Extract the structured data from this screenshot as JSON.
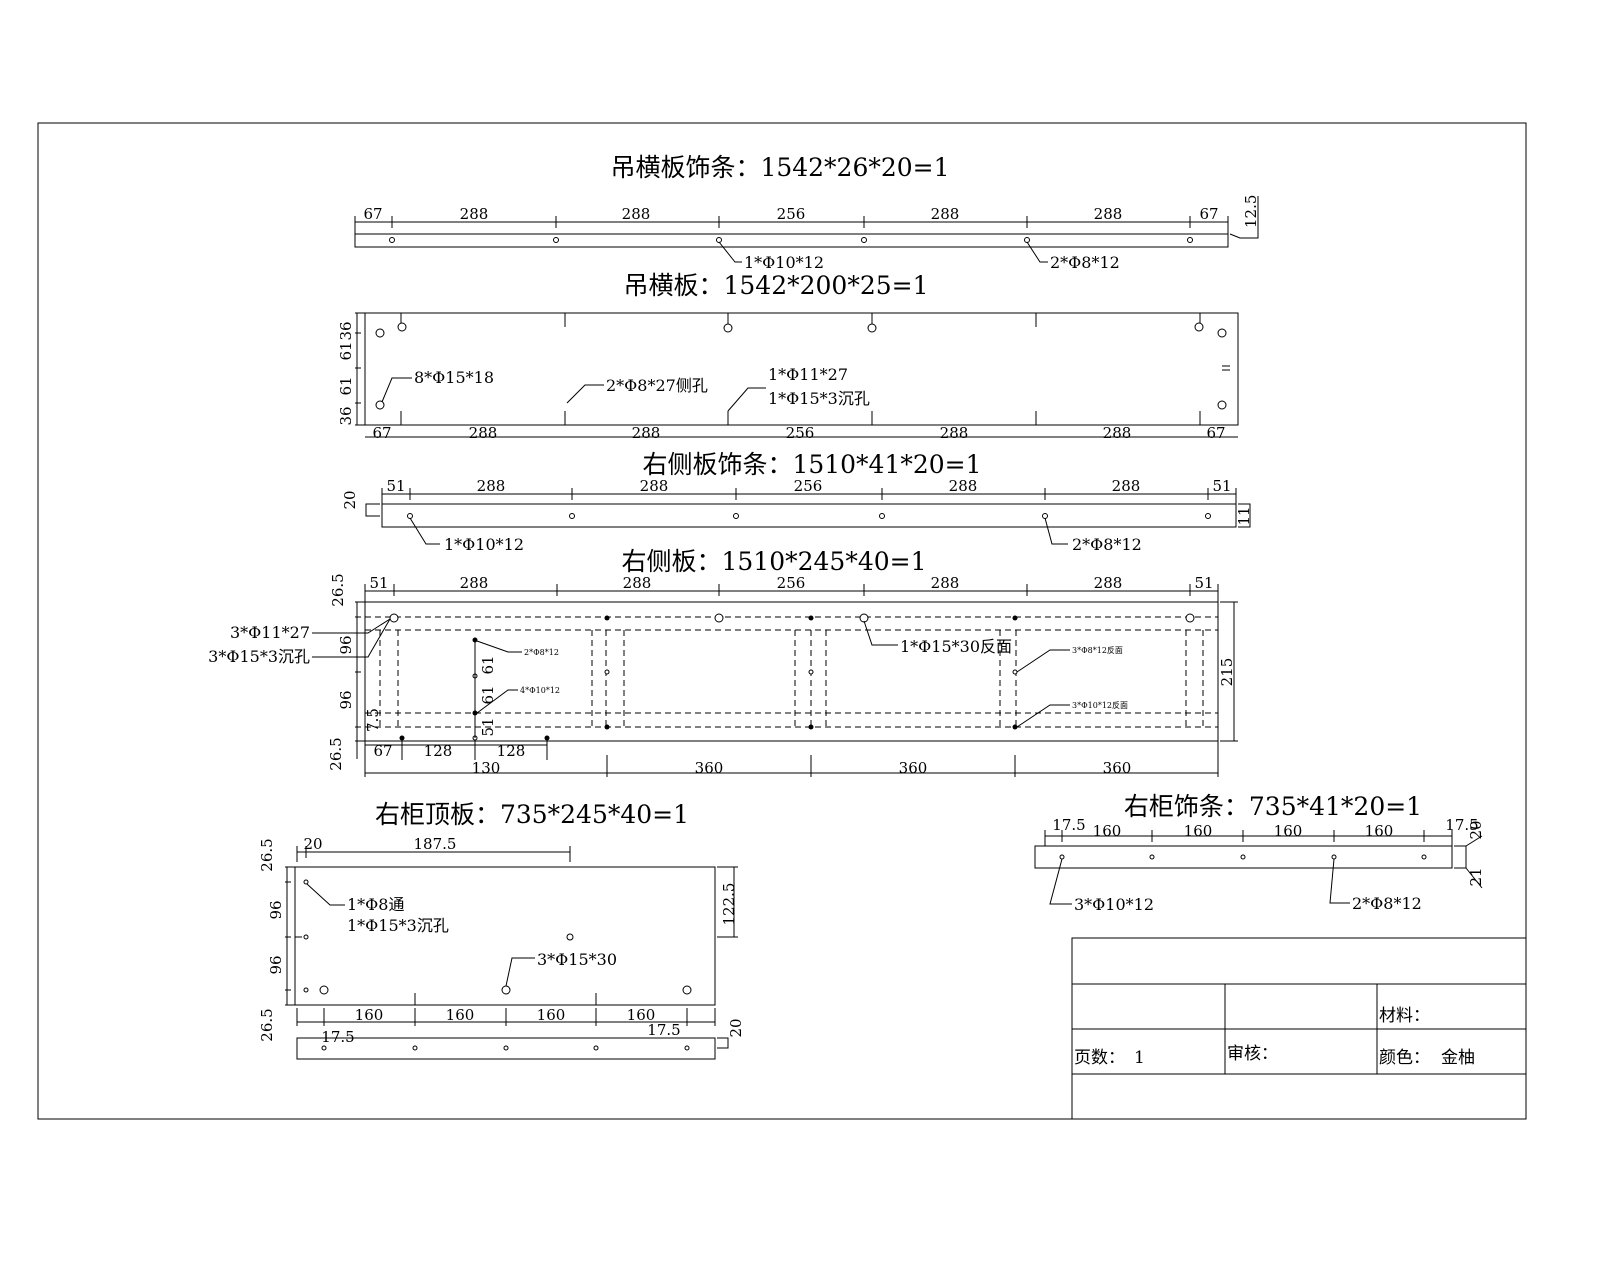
{
  "parts": {
    "p1": {
      "title": "吊横板饰条：1542*26*20=1",
      "dims": [
        "67",
        "288",
        "288",
        "256",
        "288",
        "288",
        "67"
      ],
      "side": "12.5",
      "note_a": "1*Φ10*12",
      "note_b": "2*Φ8*12"
    },
    "p2": {
      "title": "吊横板：1542*200*25=1",
      "dims": [
        "67",
        "288",
        "288",
        "256",
        "288",
        "288",
        "67"
      ],
      "vdims": [
        "36",
        "61",
        "61",
        "36"
      ],
      "note_a": "8*Φ15*18",
      "note_b": "2*Φ8*27侧孔",
      "note_c": "1*Φ11*27",
      "note_d": "1*Φ15*3沉孔"
    },
    "p3": {
      "title": "右侧板饰条：1510*41*20=1",
      "dims": [
        "51",
        "288",
        "288",
        "256",
        "288",
        "288",
        "51"
      ],
      "side_left": "20",
      "side_right": "11",
      "note_a": "1*Φ10*12",
      "note_b": "2*Φ8*12"
    },
    "p4": {
      "title": "右侧板：1510*245*40=1",
      "dims": [
        "51",
        "288",
        "288",
        "256",
        "288",
        "288",
        "51"
      ],
      "vdims": [
        "26.5",
        "96",
        "96",
        "7.5",
        "26.5"
      ],
      "right_dim": "215",
      "inner_v": [
        "61",
        "61",
        "51"
      ],
      "bottom_small": [
        "67",
        "128",
        "128"
      ],
      "bottom_130": "130",
      "bottom_360": [
        "360",
        "360",
        "360"
      ],
      "note_a": "3*Φ11*27",
      "note_b": "3*Φ15*3沉孔",
      "note_c": "1*Φ15*30反面",
      "sm_a": "2*Φ8*12",
      "sm_b": "4*Φ10*12",
      "sm_c": "3*Φ8*12反面",
      "sm_d": "3*Φ10*12反面"
    },
    "p5": {
      "title": "右柜顶板：735*245*40=1",
      "top_dims": [
        "20",
        "187.5"
      ],
      "vdims": [
        "26.5",
        "96",
        "96",
        "26.5"
      ],
      "right_dim": "122.5",
      "bottom_dims": [
        "160",
        "160",
        "160",
        "160"
      ],
      "small_left": "17.5",
      "small_right": "17.5",
      "strip_h": "20",
      "note_a": "1*Φ8通",
      "note_b": "1*Φ15*3沉孔",
      "note_c": "3*Φ15*30"
    },
    "p6": {
      "title": "右柜饰条：735*41*20=1",
      "dims": [
        "17.5",
        "160",
        "160",
        "160",
        "160",
        "17.5"
      ],
      "side_top": "20",
      "side_bottom": "21",
      "note_a": "3*Φ10*12",
      "note_b": "2*Φ8*12"
    }
  },
  "titleblock": {
    "material_label": "材料：",
    "pages_label": "页数：",
    "pages_value": "1",
    "review_label": "审核：",
    "color_label": "颜色：",
    "color_value": "金柚"
  }
}
